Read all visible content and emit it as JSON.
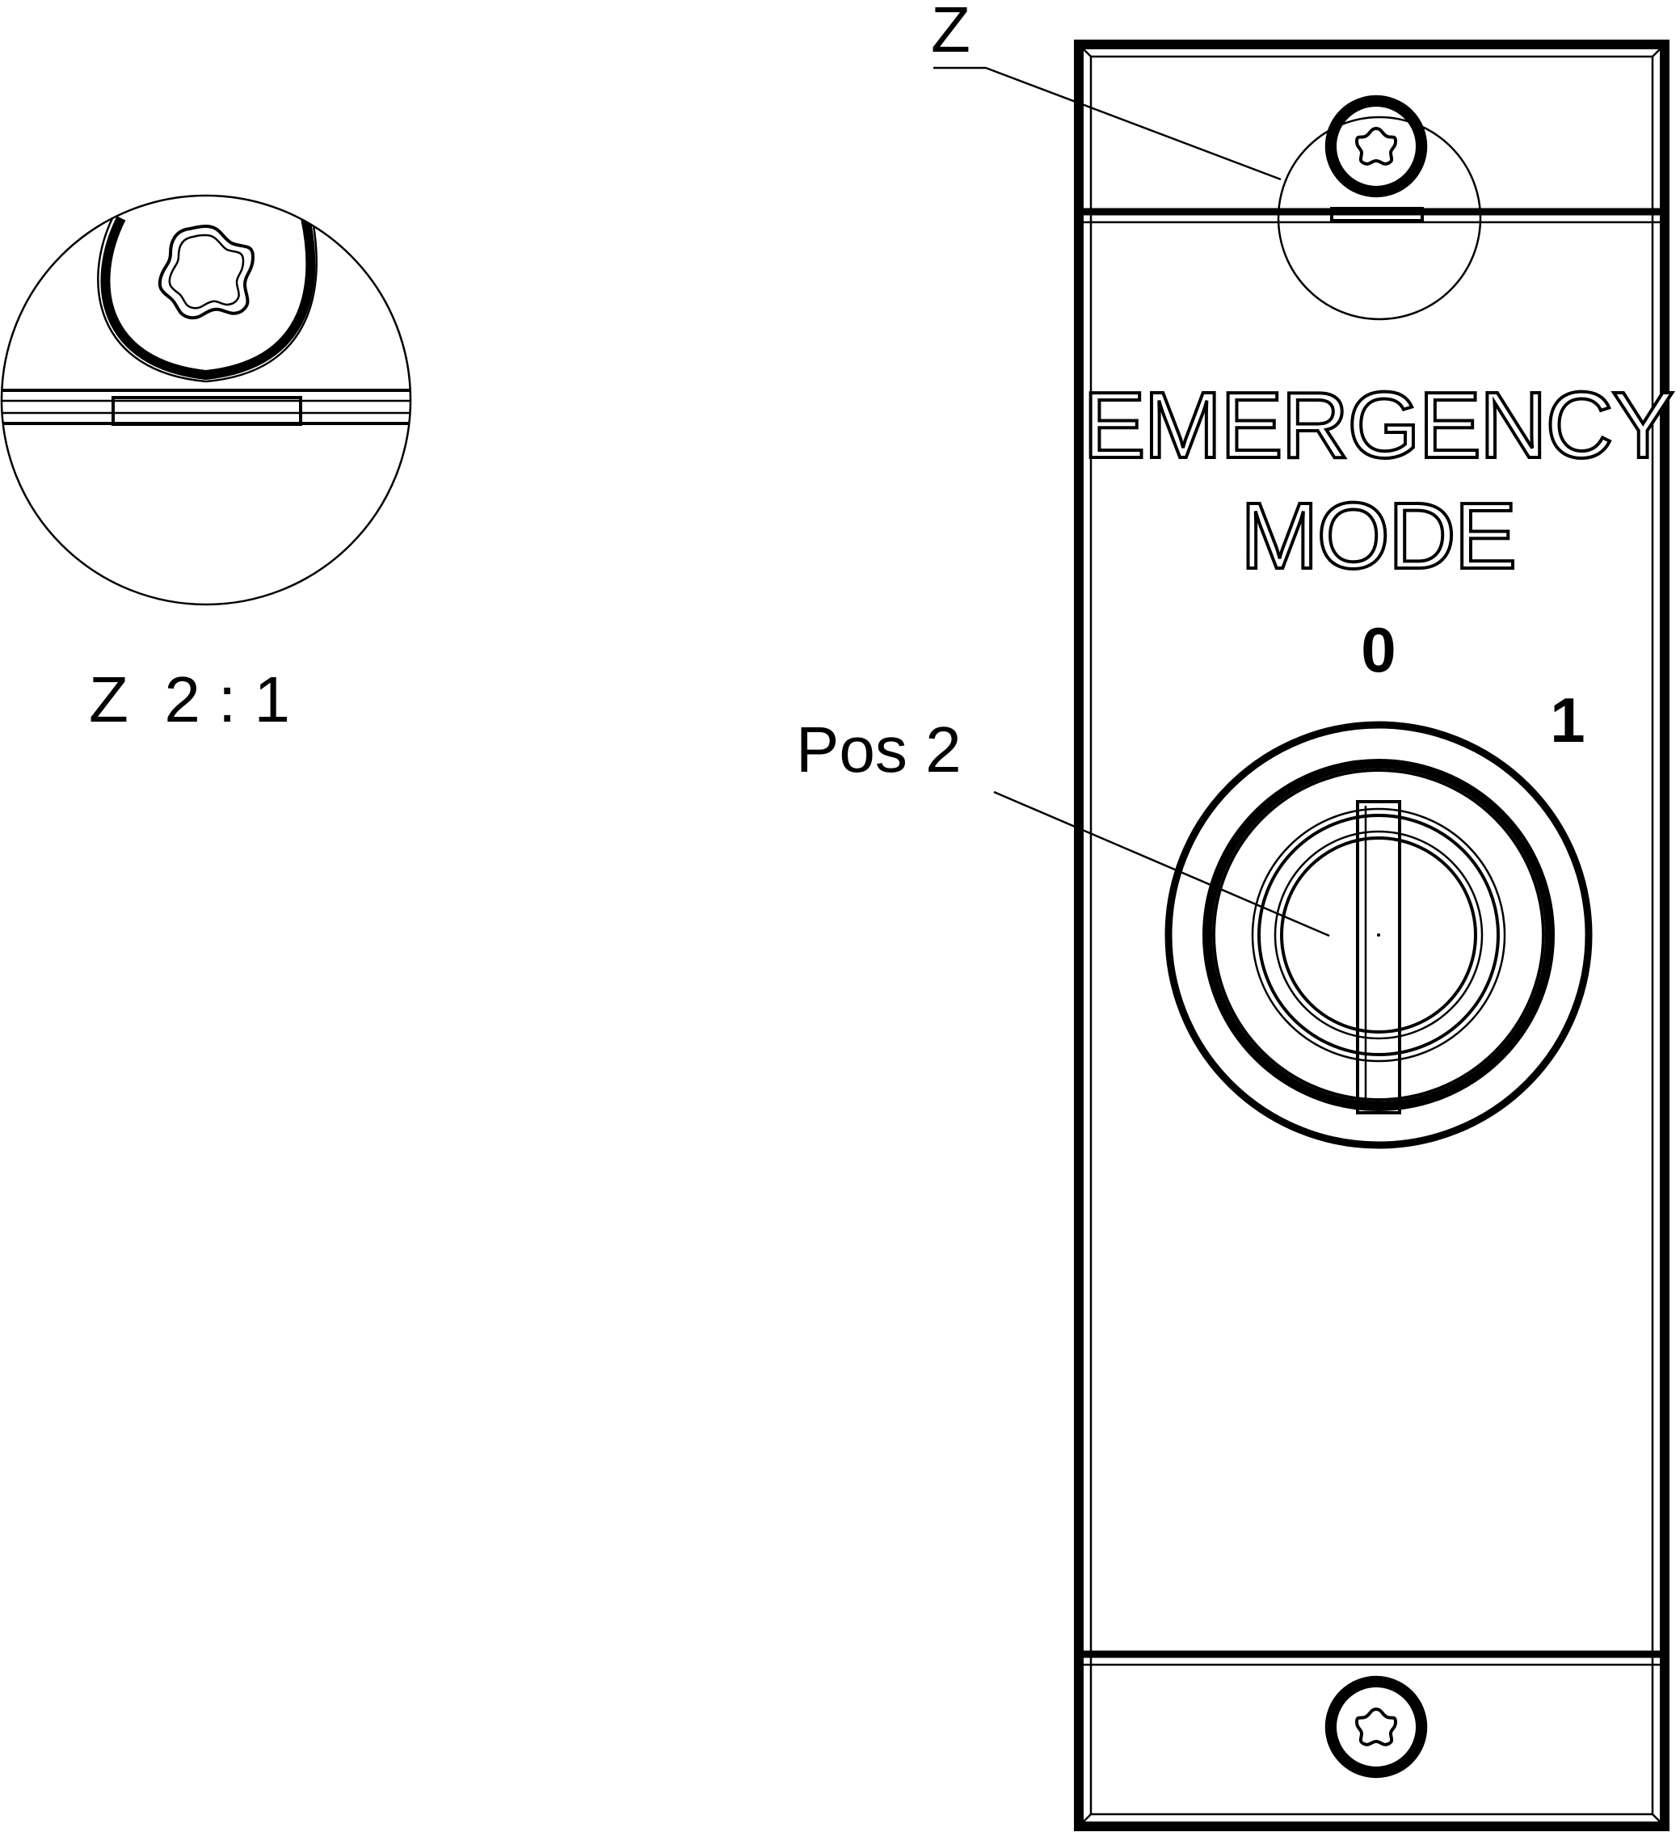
{
  "callouts": {
    "detail_letter": "Z",
    "position_label": "Pos 2"
  },
  "detail_view": {
    "caption": "Z  2 : 1"
  },
  "panel": {
    "title_line1": "EMERGENCY",
    "title_line2": "MODE",
    "switch_pos_off": "0",
    "switch_pos_on": "1"
  },
  "icons": {
    "screw_top": "torx-screw-icon",
    "screw_bottom": "torx-screw-icon",
    "key_switch": "key-switch-icon"
  }
}
